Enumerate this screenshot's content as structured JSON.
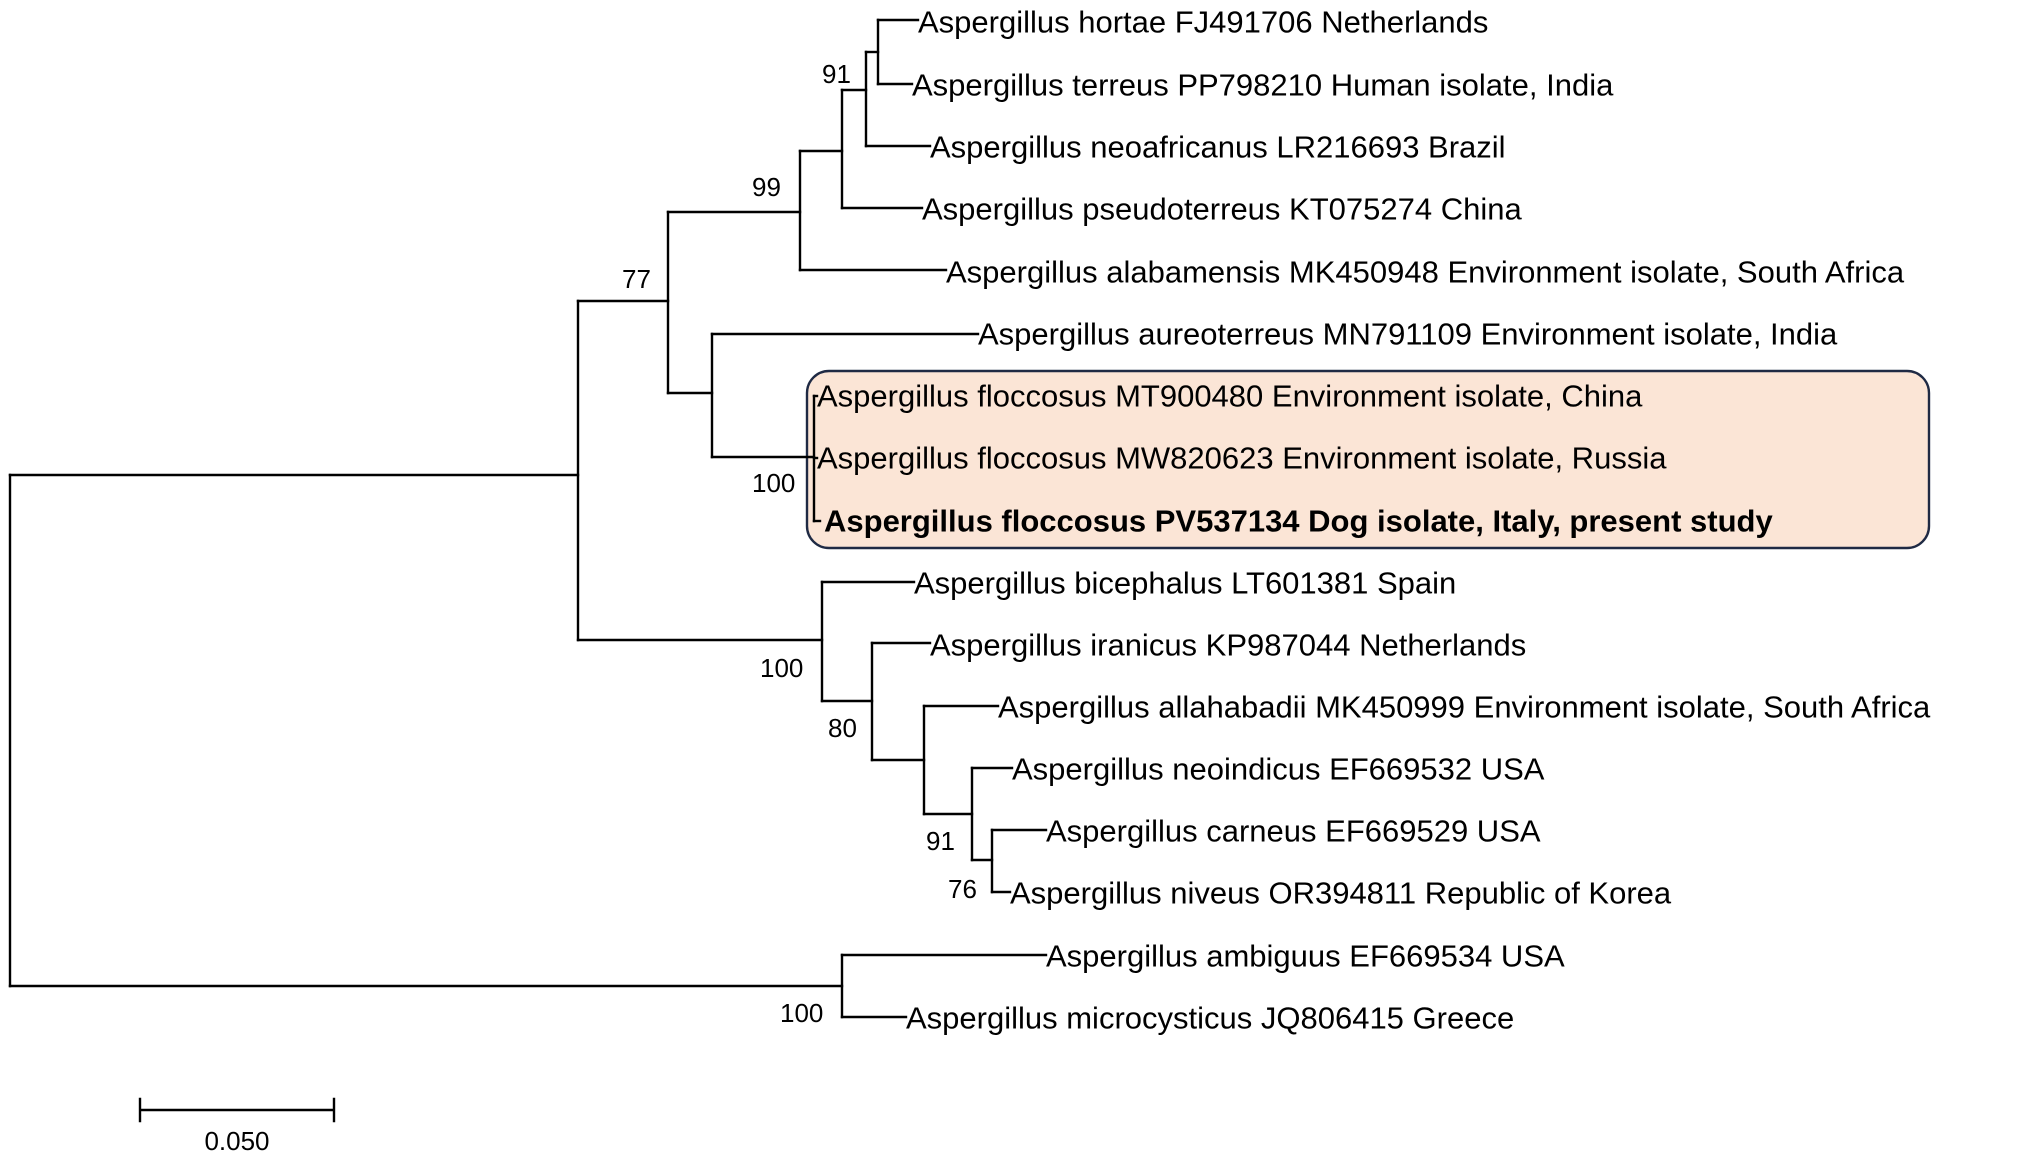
{
  "taxa": [
    {
      "label": "Aspergillus hortae FJ491706 Netherlands"
    },
    {
      "label": "Aspergillus terreus PP798210 Human isolate, India"
    },
    {
      "label": "Aspergillus neoafricanus LR216693 Brazil"
    },
    {
      "label": "Aspergillus pseudoterreus KT075274 China"
    },
    {
      "label": "Aspergillus alabamensis MK450948 Environment isolate, South Africa"
    },
    {
      "label": "Aspergillus aureoterreus MN791109 Environment isolate, India"
    },
    {
      "label": "Aspergillus floccosus MT900480 Environment isolate, China"
    },
    {
      "label": "Aspergillus floccosus  MW820623 Environment isolate, Russia"
    },
    {
      "label": "Aspergillus floccosus PV537134  Dog isolate, Italy, present study",
      "bold": true
    },
    {
      "label": "Aspergillus bicephalus LT601381 Spain"
    },
    {
      "label": "Aspergillus iranicus  KP987044 Netherlands"
    },
    {
      "label": "Aspergillus allahabadii MK450999 Environment isolate, South Africa"
    },
    {
      "label": "Aspergillus neoindicus EF669532 USA"
    },
    {
      "label": "Aspergillus carneus  EF669529  USA"
    },
    {
      "label": "Aspergillus niveus OR394811 Republic of Korea"
    },
    {
      "label": "Aspergillus ambiguus EF669534 USA"
    },
    {
      "label": "Aspergillus microcysticus  JQ806415  Greece"
    }
  ],
  "support_values": [
    "91",
    "99",
    "77",
    "100",
    "100",
    "80",
    "91",
    "76",
    "100"
  ],
  "scale_bar": {
    "label": "0.050"
  },
  "colors": {
    "highlight_fill": "#fbe5d6",
    "highlight_border": "#1f2a44",
    "branch": "#000000"
  }
}
